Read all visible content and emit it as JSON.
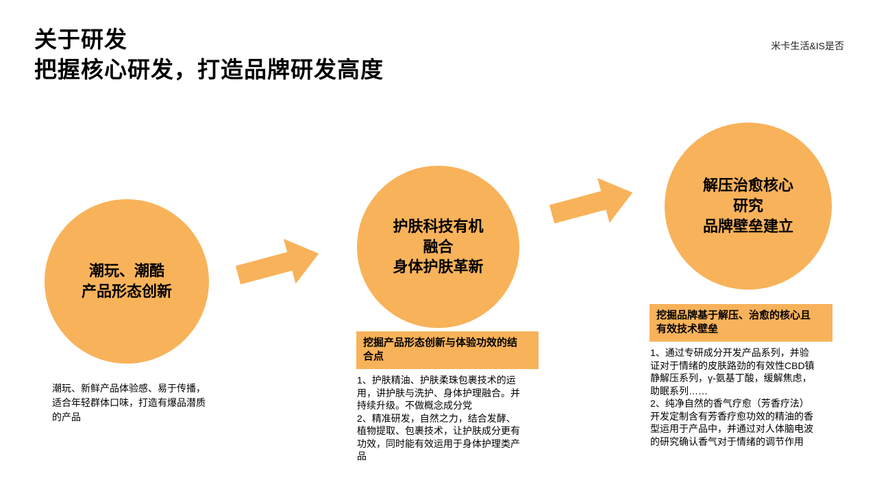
{
  "slide": {
    "title": "关于研发\n把握核心研发，打造品牌研发高度",
    "brand": "米卡生活&IS是否",
    "accent_color": "#F8B25A",
    "background_color": "#FFFFFF",
    "text_color": "#000000"
  },
  "flow": {
    "arrow_icon": "block-arrow-up-right",
    "steps": [
      {
        "circle_label": "潮玩、潮酷\n产品形态创新",
        "tag": "",
        "body": "潮玩、新鲜产品体验感、易于传播，适合年轻群体口味，打造有爆品潜质的产品"
      },
      {
        "circle_label": "护肤科技有机\n融合\n身体护肤革新",
        "tag": "挖掘产品形态创新与体验功效的结合点",
        "body": "1、护肤精油、护肤柔珠包裹技术的运用，讲护肤与洗护、身体护理融合。并持续升级。不做概念成分党\n2、精准研发，自然之力，结合发酵、植物提取、包裹技术，让护肤成分更有功效，同时能有效运用于身体护理类产品"
      },
      {
        "circle_label": "解压治愈核心\n研究\n品牌壁垒建立",
        "tag": "挖掘品牌基于解压、治愈的核心且有效技术壁垒",
        "body": "1、通过专研成分开发产品系列，并验证对于情绪的皮肤路劲的有效性CBD镇静解压系列，γ-氨基丁酸，缓解焦虑，助眠系列……\n2、纯净自然的香气疗愈（芳香疗法）开发定制含有芳香疗愈功效的精油的香型运用于产品中，并通过对人体脑电波的研究确认香气对于情绪的调节作用"
      }
    ]
  }
}
